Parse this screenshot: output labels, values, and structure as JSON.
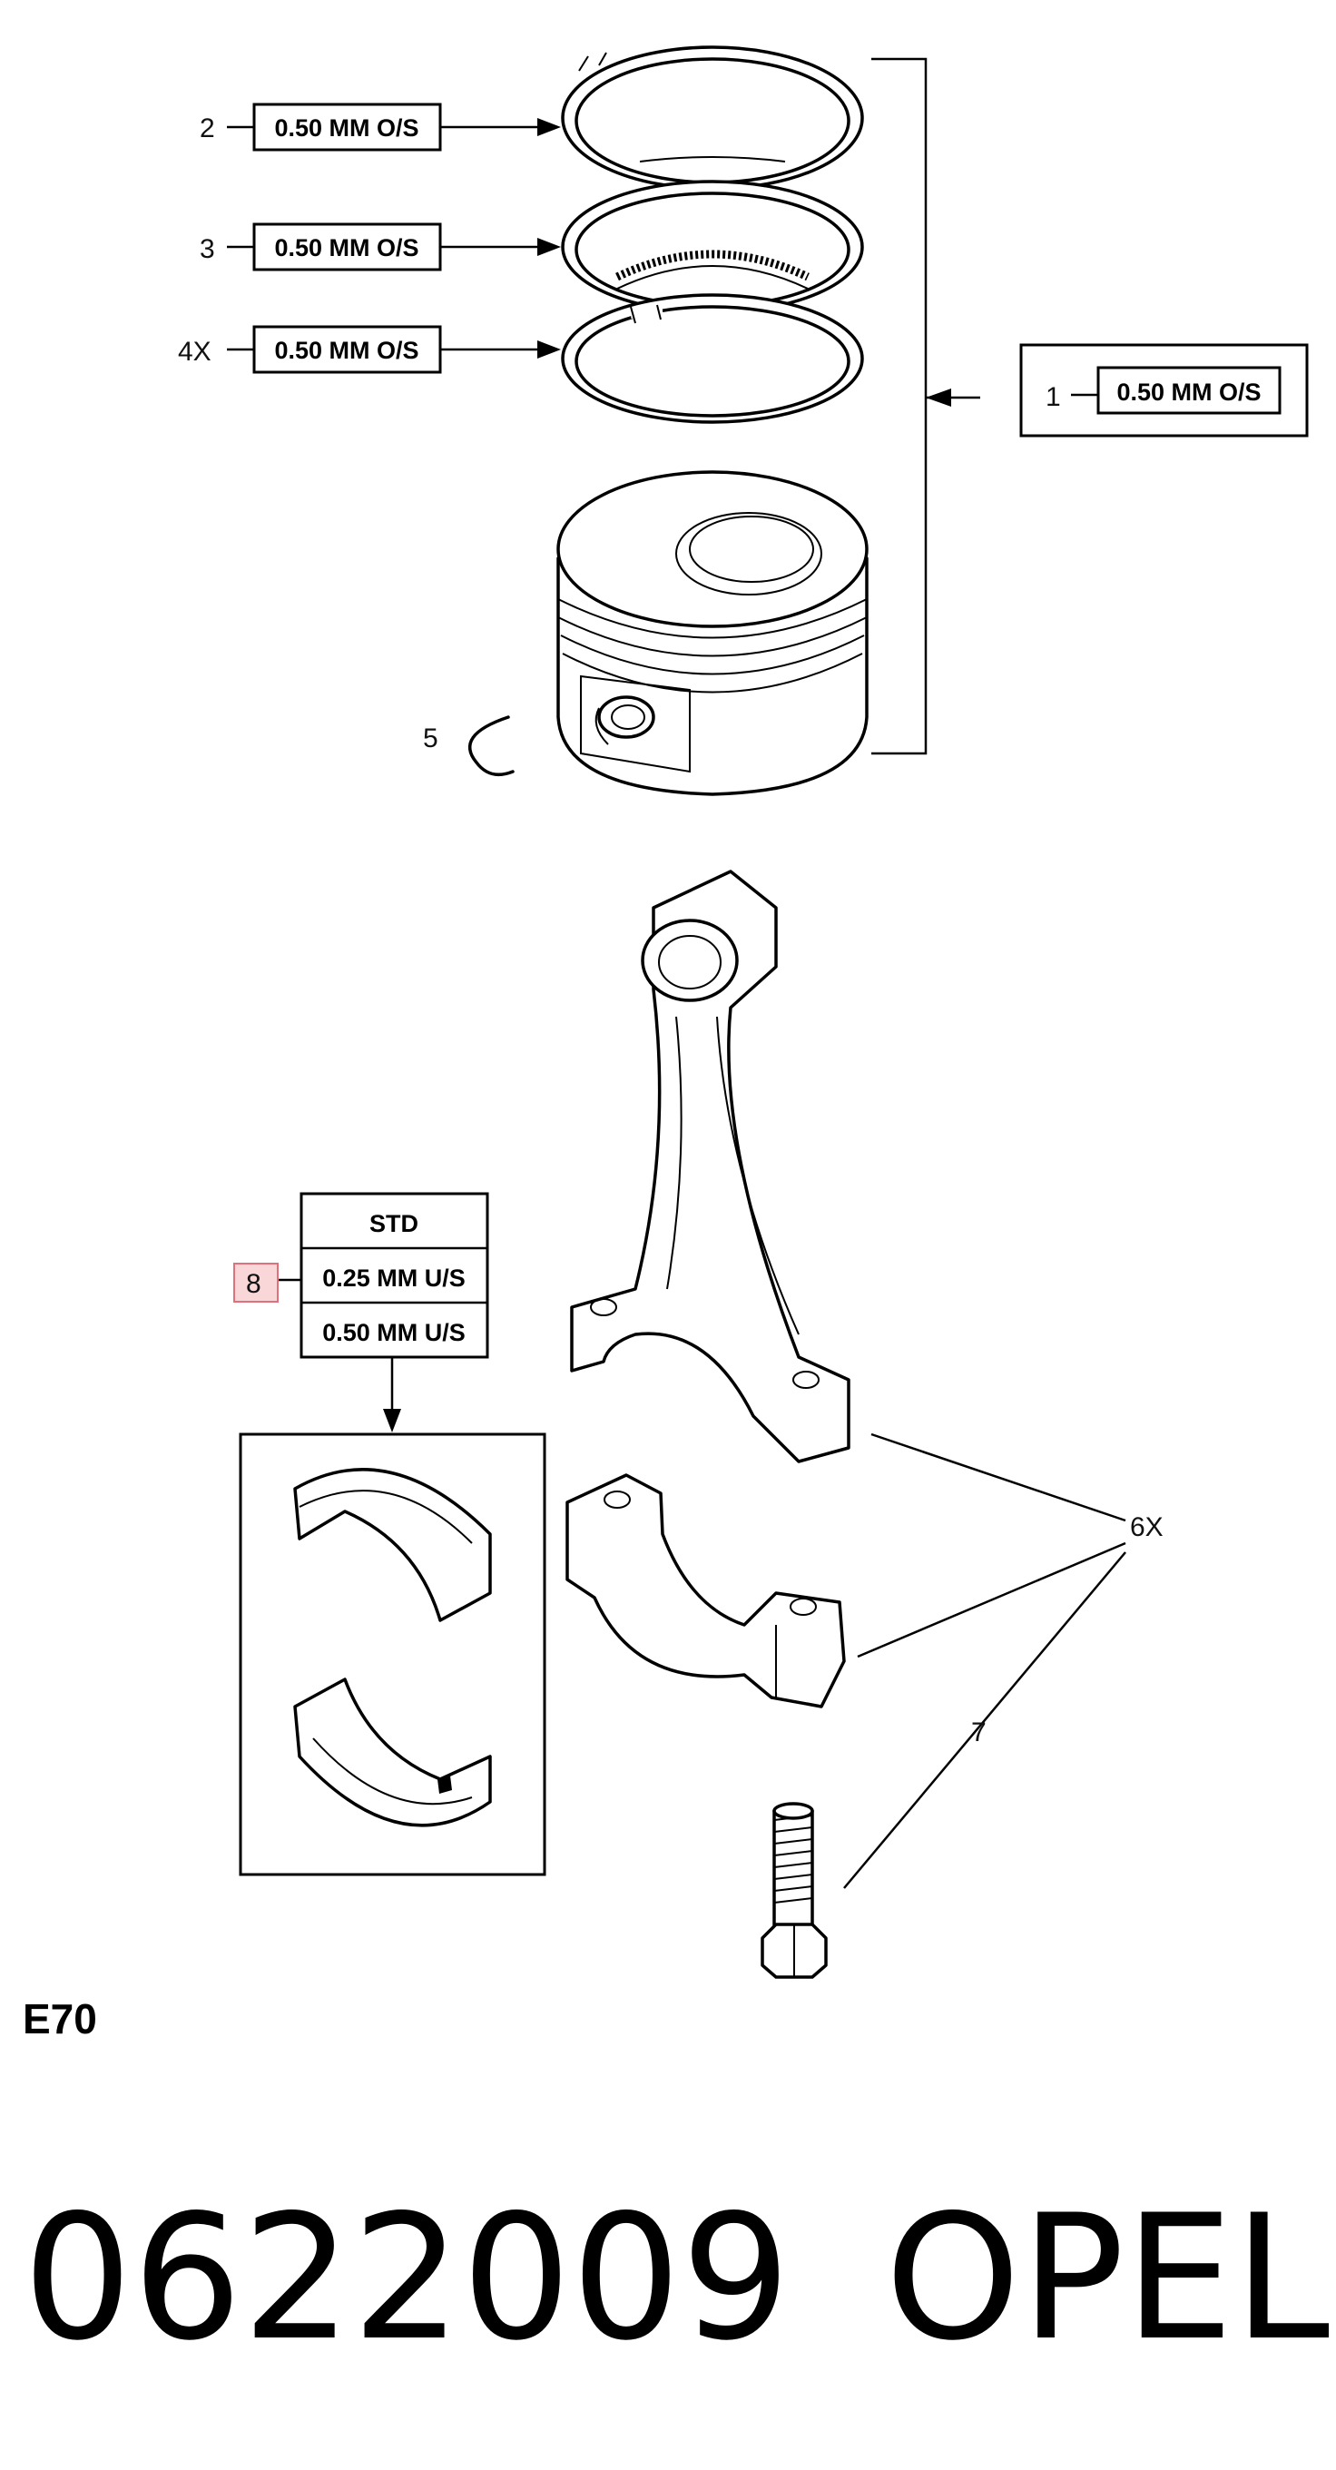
{
  "callouts": {
    "c1": "1",
    "c2": "2",
    "c3": "3",
    "c4": "4X",
    "c5": "5",
    "c6": "6X",
    "c7": "7",
    "c8": "8"
  },
  "size_labels": {
    "ring2": "0.50 MM O/S",
    "ring3": "0.50 MM O/S",
    "ring4": "0.50 MM O/S",
    "piston_set": "0.50 MM O/S",
    "bearing_std": "STD",
    "bearing_025": "0.25 MM U/S",
    "bearing_050": "0.50 MM U/S"
  },
  "diagram_code": "E70",
  "part_number": "0622009",
  "brand": "OPEL",
  "colors": {
    "highlight_fill": "#f9d6d8",
    "highlight_stroke": "#e0707a",
    "ink": "#000000"
  }
}
